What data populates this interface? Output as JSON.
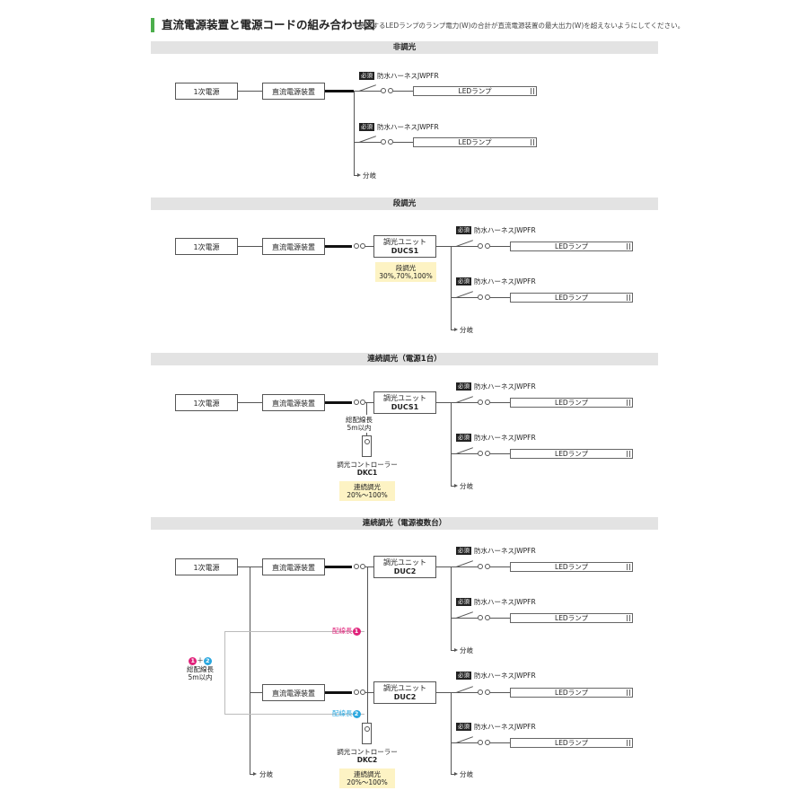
{
  "title": "直流電源装置と電源コードの組み合わせ図",
  "note": "・使用するLEDランプのランプ電力(W)の合計が直流電源装置の最大出力(W)を超えないようにしてください。",
  "labels": {
    "primary_power": "1次電源",
    "dc_power": "直流電源装置",
    "required": "必須",
    "harness": "防水ハーネスJWPFR",
    "led_lamp": "LEDランプ",
    "branch": "分岐",
    "dimming_unit": "調光ユニット",
    "controller": "調光コントローラー",
    "wiring_length_1": "配線長",
    "wiring_length_2": "配線長",
    "badge_1": "1",
    "badge_2": "2",
    "plus": "＋",
    "total_length": "総配線長",
    "within_5m": "5m以内",
    "total_length_single": "総配線長",
    "within_5m_single": "5m以内"
  },
  "sections": {
    "s1": {
      "title": "非調光"
    },
    "s2": {
      "title": "段調光",
      "unit_model": "DUCS1",
      "mode": "段調光",
      "levels": "30%,70%,100%"
    },
    "s3": {
      "title": "連続調光（電源1台）",
      "unit_model": "DUCS1",
      "controller_model": "DKC1",
      "mode": "連続調光",
      "range": "20%〜100%"
    },
    "s4": {
      "title": "連続調光（電源複数台）",
      "unit_model": "DUC2",
      "controller_model": "DKC2",
      "mode": "連続調光",
      "range": "20%〜100%"
    }
  },
  "colors": {
    "title_bar": "#4cae4c",
    "band": "#e3e3e3",
    "highlight": "#fdf3c4",
    "badge_1": "#e0227a",
    "badge_2": "#2aa7df"
  }
}
